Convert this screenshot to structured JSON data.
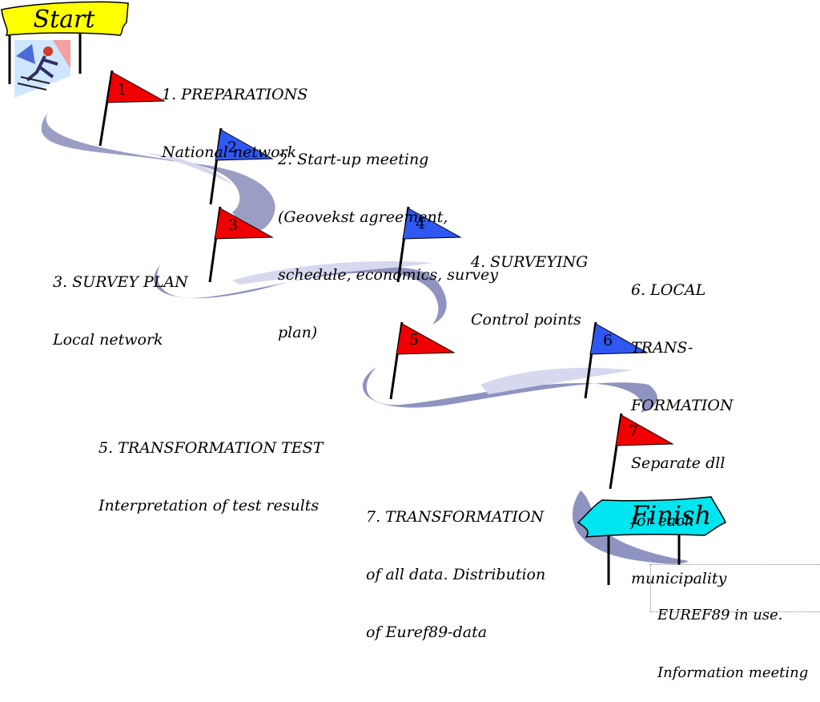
{
  "signs": {
    "start": "Start",
    "finish": "Finish"
  },
  "flags": [
    {
      "number": "1",
      "color": "#f00000"
    },
    {
      "number": "2",
      "color": "#2f57f2"
    },
    {
      "number": "3",
      "color": "#f00000"
    },
    {
      "number": "4",
      "color": "#2f57f2"
    },
    {
      "number": "5",
      "color": "#f00000"
    },
    {
      "number": "6",
      "color": "#2f57f2"
    },
    {
      "number": "7",
      "color": "#f00000"
    }
  ],
  "steps": [
    {
      "lines": [
        "1. PREPARATIONS",
        "National network"
      ]
    },
    {
      "lines": [
        "2. Start-up meeting",
        "(Geovekst agreement,",
        "schedule, economics, survey",
        "plan)"
      ]
    },
    {
      "lines": [
        "3. SURVEY PLAN",
        "Local network"
      ]
    },
    {
      "lines": [
        "4. SURVEYING",
        "Control points"
      ]
    },
    {
      "lines": [
        "5. TRANSFORMATION TEST",
        "Interpretation of test results"
      ]
    },
    {
      "lines": [
        "6. LOCAL",
        "TRANS-",
        "FORMATION",
        "Separate dll",
        "for each",
        "municipality"
      ]
    },
    {
      "lines": [
        "7. TRANSFORMATION",
        "of all data. Distribution",
        "of Euref89-data"
      ]
    }
  ],
  "finish_note": {
    "lines": [
      "EUREF89 in use.",
      "Information meeting"
    ]
  },
  "colors": {
    "path": "#8f93bf",
    "path_light": "#d5d8ef",
    "start_sign": "#ffff00",
    "finish_sign": "#00e6f0"
  }
}
